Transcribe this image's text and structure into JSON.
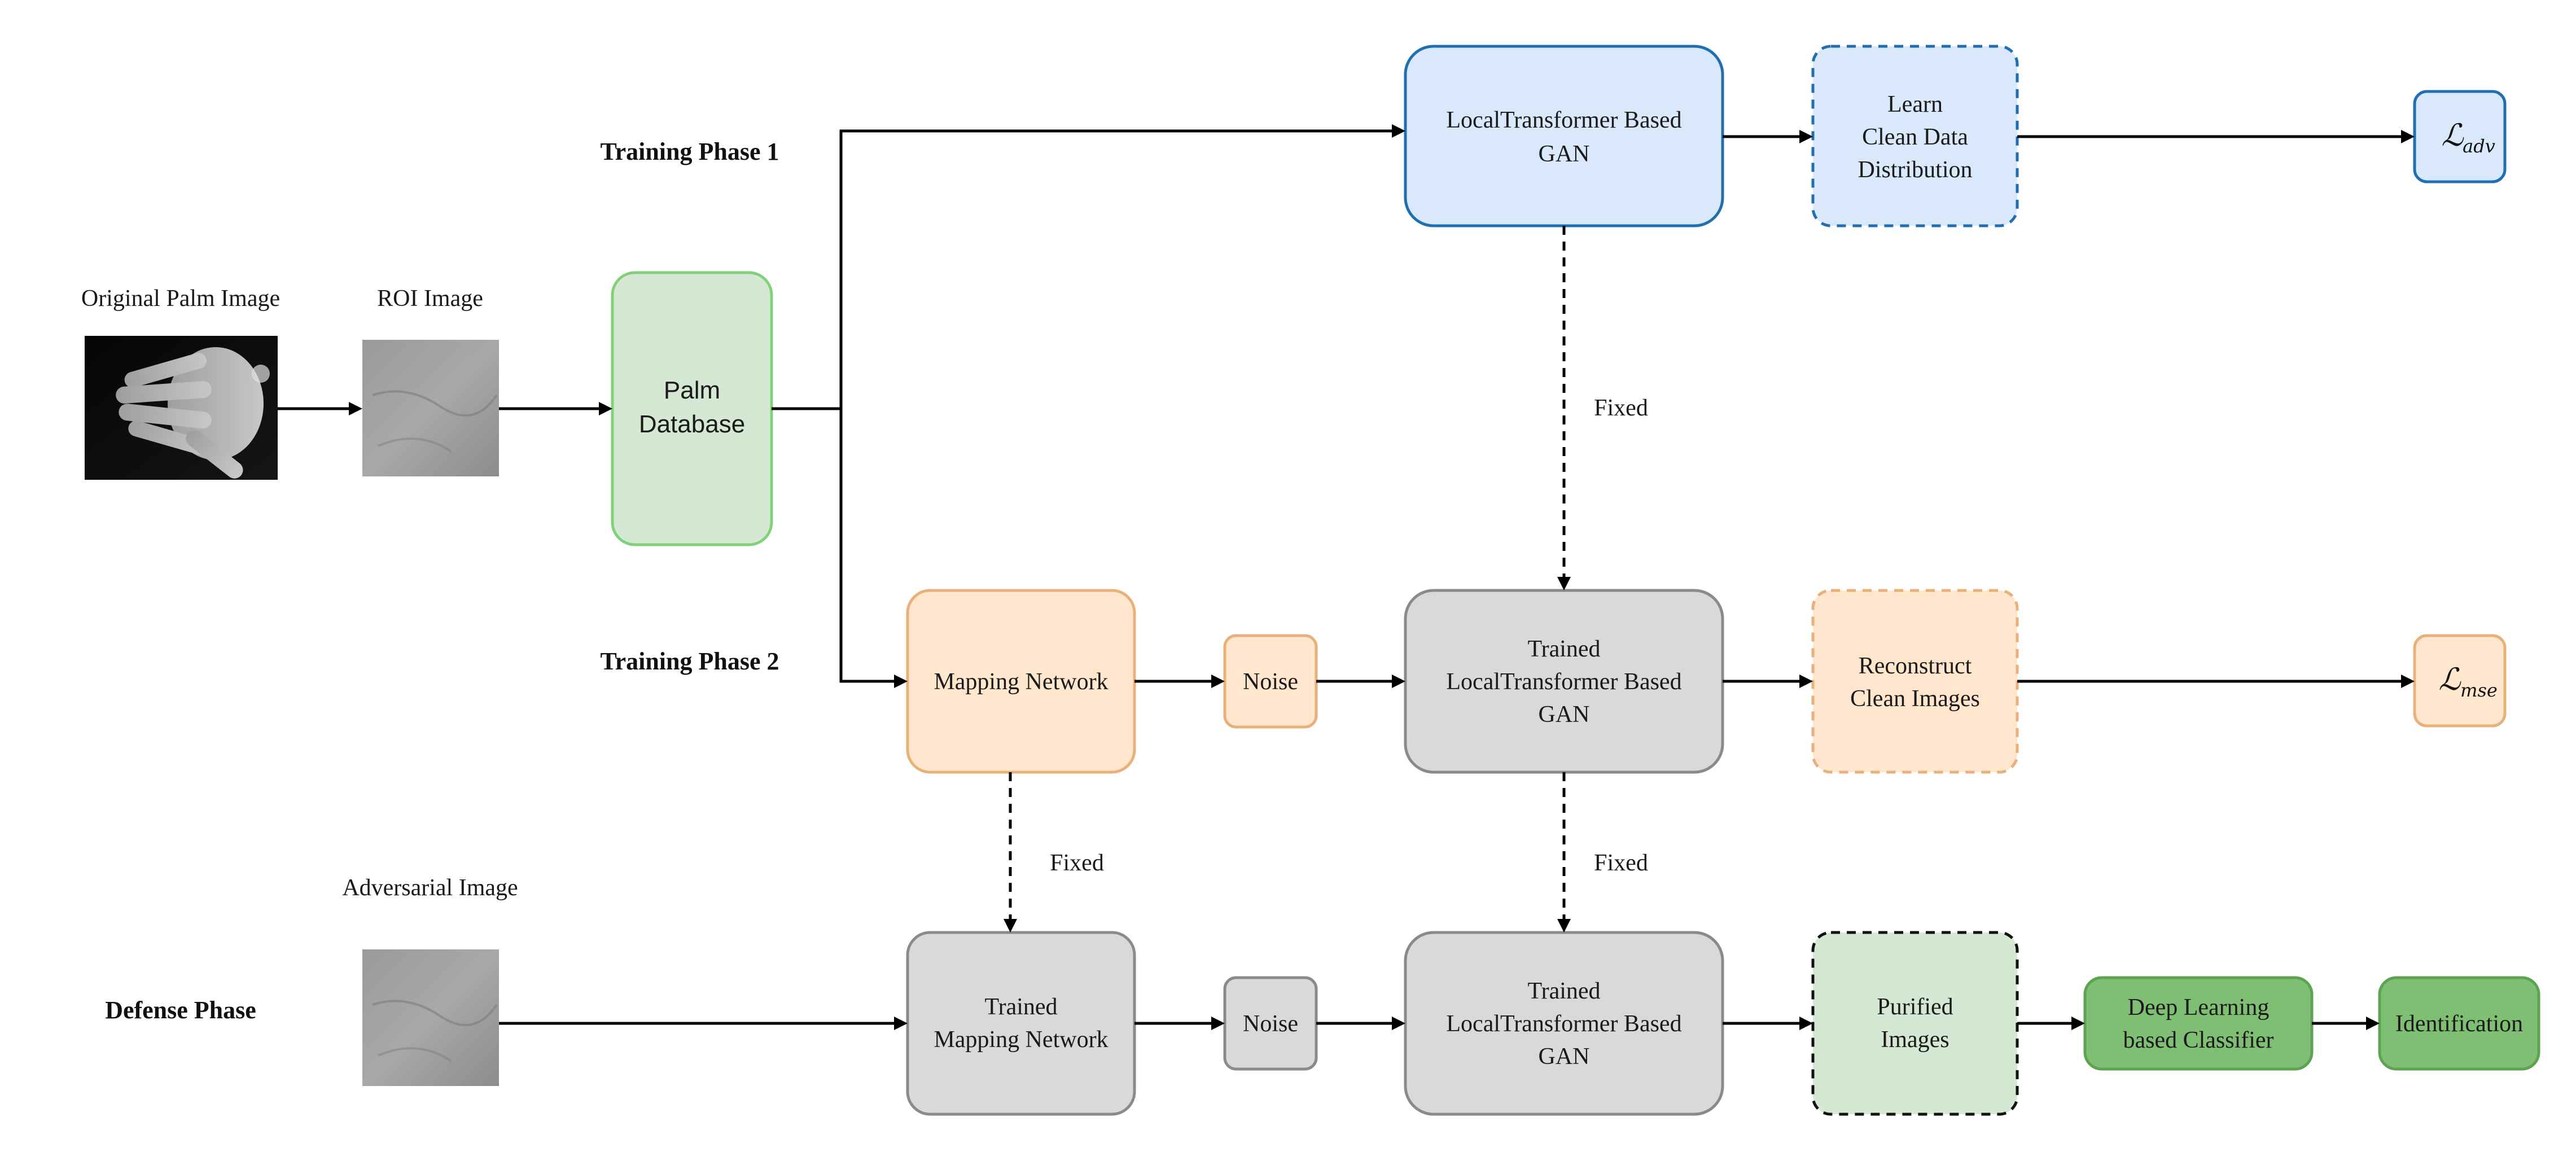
{
  "phases": {
    "phase1": "Training Phase 1",
    "phase2": "Training Phase 2",
    "defense": "Defense Phase"
  },
  "images": {
    "original_palm": "Original Palm Image",
    "roi": "ROI Image",
    "adversarial": "Adversarial Image"
  },
  "nodes": {
    "palm_db": [
      "Palm",
      "Database"
    ],
    "gan": [
      "LocalTransformer Based",
      "GAN"
    ],
    "learn": [
      "Learn",
      "Clean Data",
      "Distribution"
    ],
    "loss_adv": {
      "main": "ℒ",
      "sub": "adv"
    },
    "mapping": [
      "Mapping Network"
    ],
    "noise2": [
      "Noise"
    ],
    "trained_gan2": [
      "Trained",
      "LocalTransformer Based",
      "GAN"
    ],
    "reconstruct": [
      "Reconstruct",
      "Clean Images"
    ],
    "loss_mse": {
      "main": "ℒ",
      "sub": "mse"
    },
    "trained_mapping": [
      "Trained",
      "Mapping Network"
    ],
    "noise3": [
      "Noise"
    ],
    "trained_gan3": [
      "Trained",
      "LocalTransformer Based",
      "GAN"
    ],
    "purified": [
      "Purified",
      "Images"
    ],
    "classifier": [
      "Deep Learning",
      "based Classifier"
    ],
    "identification": [
      "Identification"
    ]
  },
  "edge_labels": {
    "fixed_1": "Fixed",
    "fixed_2": "Fixed",
    "fixed_3": "Fixed"
  },
  "colors": {
    "blue_fill": "#dae8fc",
    "blue_stroke": "#1f6fb2",
    "green_fill": "#d5e8d4",
    "green_stroke": "#82d07a",
    "orange_fill": "#ffe6cc",
    "orange_stroke": "#e8b07a",
    "gray_fill": "#d9d9d9",
    "gray_stroke": "#8a8a8a",
    "dark_green_fill": "#7ebf73",
    "dark_green_stroke": "#5ea352"
  }
}
